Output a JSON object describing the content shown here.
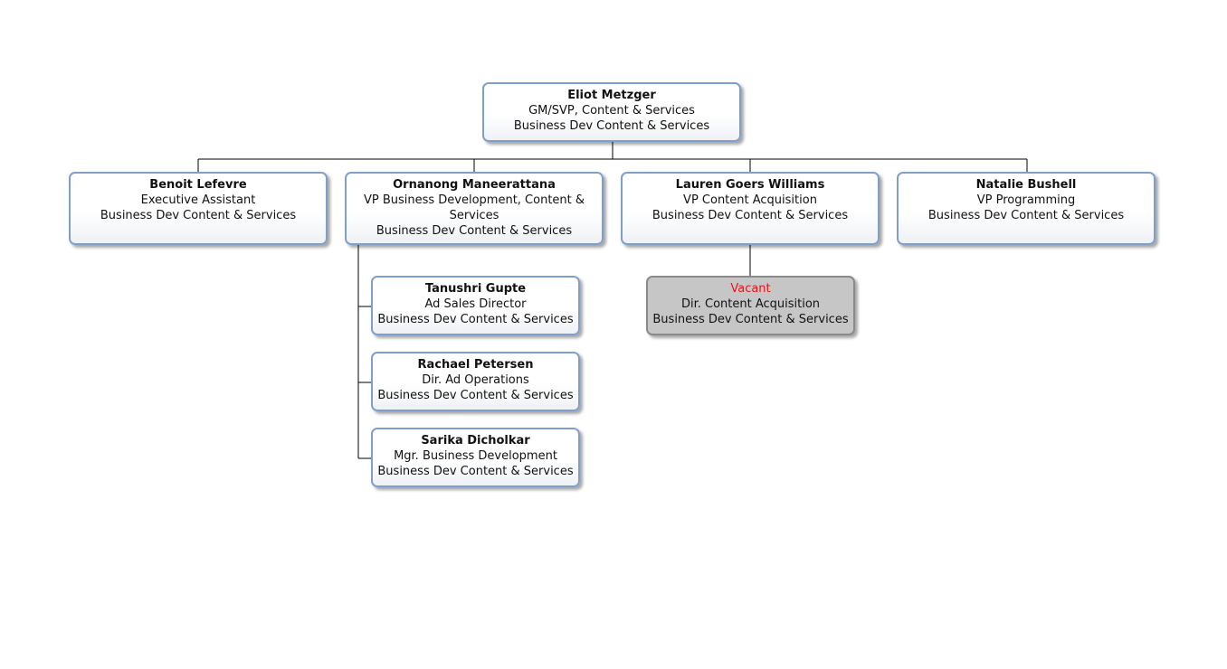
{
  "root": {
    "name": "Eliot Metzger",
    "title": "GM/SVP, Content & Services",
    "dept": "Business Dev Content & Services"
  },
  "reports": [
    {
      "name": "Benoit Lefevre",
      "title": "Executive Assistant",
      "dept": "Business Dev Content & Services"
    },
    {
      "name": "Ornanong Maneerattana",
      "title_line1": "VP Business Development, Content &",
      "title_line2": "Services",
      "dept": "Business Dev Content & Services"
    },
    {
      "name": "Lauren Goers Williams",
      "title": "VP Content Acquisition",
      "dept": "Business Dev Content & Services"
    },
    {
      "name": "Natalie Bushell",
      "title": "VP Programming",
      "dept": "Business Dev Content & Services"
    }
  ],
  "ornanong_reports": [
    {
      "name": "Tanushri Gupte",
      "title": "Ad Sales Director",
      "dept": "Business Dev Content & Services"
    },
    {
      "name": "Rachael Petersen",
      "title": "Dir. Ad Operations",
      "dept": "Business Dev Content & Services"
    },
    {
      "name": "Sarika Dicholkar",
      "title": "Mgr. Business Development",
      "dept": "Business Dev Content & Services"
    }
  ],
  "lauren_reports": [
    {
      "name": "Vacant",
      "title": "Dir. Content Acquisition",
      "dept": "Business Dev Content & Services",
      "name_color": "#e8141b",
      "fill": "#c6c6c6"
    }
  ],
  "colors": {
    "box_border": "#7f9fcb",
    "connector": "#000000",
    "vacant_fill": "#c6c6c6"
  }
}
